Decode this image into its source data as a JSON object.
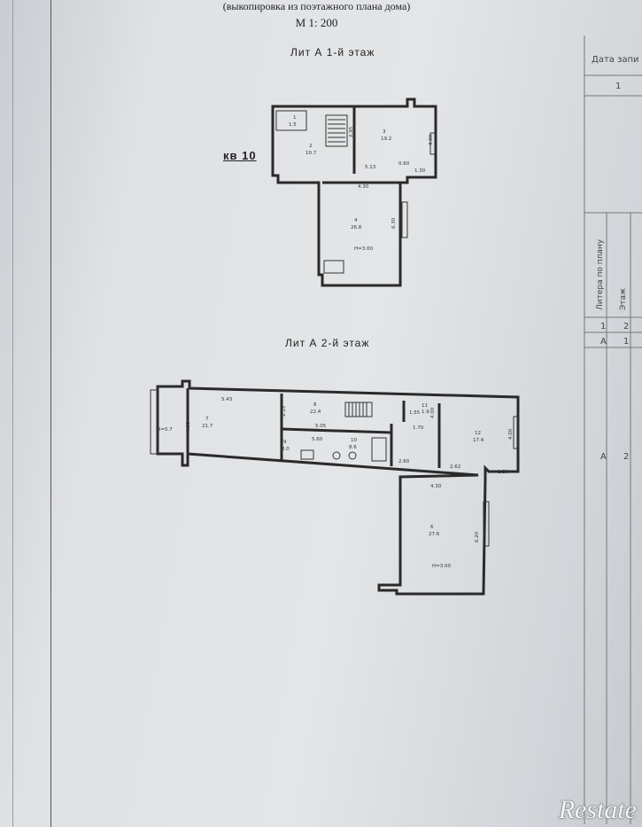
{
  "header": {
    "subtitle": "(выкопировка из поэтажного плана дома)",
    "scale": "М 1: 200"
  },
  "floor1": {
    "title": "Лит  А   1-й  этаж",
    "apartment": "кв 10",
    "dims": {
      "a": "2.95",
      "b": "5.13",
      "c": "0.60",
      "d": "1.30",
      "e": "4.80",
      "f": "4.30",
      "g": "6.30"
    },
    "rooms": [
      {
        "num": "1",
        "area": "1.5"
      },
      {
        "num": "2",
        "area": "10.7"
      },
      {
        "num": "3",
        "area": "19.2"
      },
      {
        "num": "4",
        "area": "26.8"
      }
    ],
    "height": "Н=3.00"
  },
  "floor2": {
    "title": "Лит  А   2-й   этаж",
    "dims": {
      "a": "5.43",
      "b": "4.00",
      "c": "2.15",
      "d": "5.05",
      "e": "5.60",
      "f": "2.62",
      "g": "2.60",
      "h": "4.00",
      "i": "1.70",
      "j": "1.30",
      "k": "4.30",
      "l": "6.20",
      "m": "1.55",
      "n": "4.00"
    },
    "rooms": [
      {
        "num": "7",
        "area": "21.7"
      },
      {
        "num": "8",
        "area": "22.4"
      },
      {
        "num": "9",
        "area": "3.0"
      },
      {
        "num": "10",
        "area": "8.6"
      },
      {
        "num": "11",
        "area": "1.9"
      },
      {
        "num": "12",
        "area": "17.4"
      },
      {
        "num": "6",
        "area": "27.6"
      }
    ],
    "balcony": "б=5.7",
    "height": "Н=3.00"
  },
  "side_table": {
    "header": "Дата запи",
    "row1": "1",
    "row2": "1",
    "row3": "2",
    "colA": "Литера по плану",
    "colB": "Этаж",
    "letterA": "А",
    "one": "1",
    "letterA2": "А",
    "two": "2"
  },
  "watermark": "Restate"
}
